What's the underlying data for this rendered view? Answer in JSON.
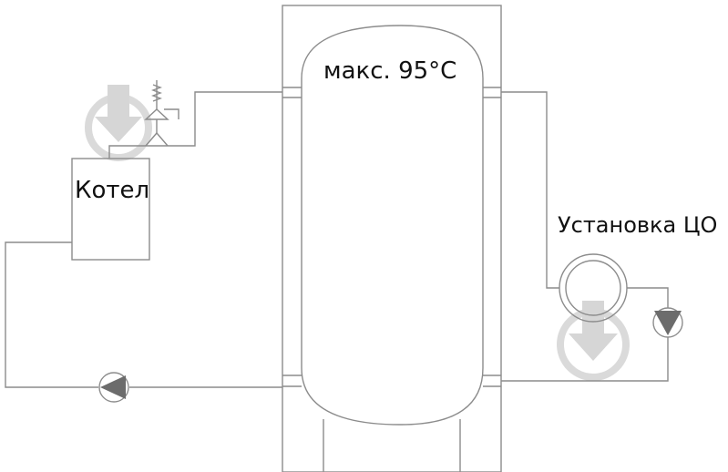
{
  "labels": {
    "tank_max_temp": "макс. 95°C",
    "boiler": "Котел",
    "heating_unit": "Установка ЦО"
  },
  "icons": {
    "safety_valve": "safety-valve-icon",
    "pump_left": "pump-icon",
    "pump_right": "pump-icon",
    "heat_exchanger": "heating-coil-icon",
    "watermark": "download-arrow-watermark-icon"
  },
  "colors": {
    "line": "#8c8c8c",
    "text": "#111111",
    "watermark": "#d6d6d6"
  }
}
